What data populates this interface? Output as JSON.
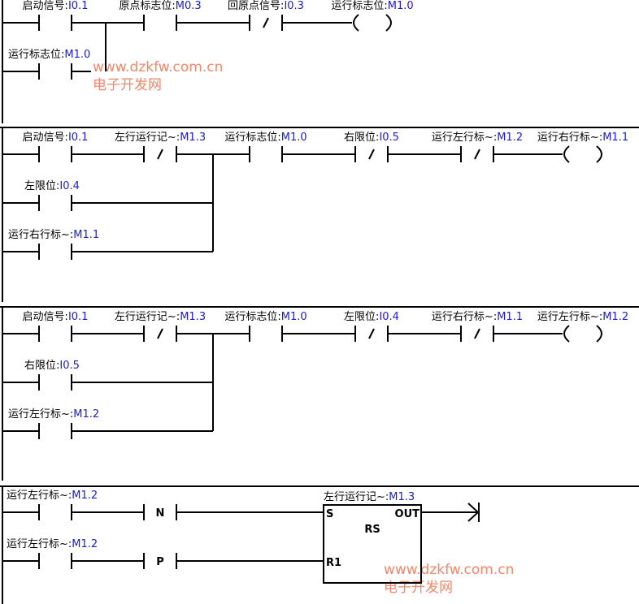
{
  "rungs": [
    {
      "main": [
        {
          "type": "NO",
          "name": "启动信号",
          "addr": "I0.1"
        },
        {
          "type": "NO",
          "name": "原点标志位",
          "addr": "M0.3"
        },
        {
          "type": "NC",
          "name": "回原点信号",
          "addr": "I0.3"
        },
        {
          "type": "coil",
          "name": "运行标志位",
          "addr": "M1.0"
        }
      ],
      "branches": [
        {
          "type": "NO",
          "name": "运行标志位",
          "addr": "M1.0"
        }
      ]
    },
    {
      "main": [
        {
          "type": "NO",
          "name": "启动信号",
          "addr": "I0.1"
        },
        {
          "type": "NC",
          "name": "左行运行记~",
          "addr": "M1.3"
        },
        {
          "type": "NO",
          "name": "运行标志位",
          "addr": "M1.0"
        },
        {
          "type": "NC",
          "name": "右限位",
          "addr": "I0.5"
        },
        {
          "type": "NC",
          "name": "运行左行标~",
          "addr": "M1.2"
        },
        {
          "type": "coil",
          "name": "运行右行标~",
          "addr": "M1.1"
        }
      ],
      "branches": [
        {
          "type": "NO",
          "name": "左限位",
          "addr": "I0.4"
        },
        {
          "type": "NO",
          "name": "运行右行标~",
          "addr": "M1.1"
        }
      ]
    },
    {
      "main": [
        {
          "type": "NO",
          "name": "启动信号",
          "addr": "I0.1"
        },
        {
          "type": "NC",
          "name": "左行运行记~",
          "addr": "M1.3"
        },
        {
          "type": "NO",
          "name": "运行标志位",
          "addr": "M1.0"
        },
        {
          "type": "NC",
          "name": "左限位",
          "addr": "I0.4"
        },
        {
          "type": "NC",
          "name": "运行右行标~",
          "addr": "M1.1"
        },
        {
          "type": "coil",
          "name": "运行左行标~",
          "addr": "M1.2"
        }
      ],
      "branches": [
        {
          "type": "NO",
          "name": "右限位",
          "addr": "I0.5"
        },
        {
          "type": "NO",
          "name": "运行左行标~",
          "addr": "M1.2"
        }
      ]
    }
  ],
  "rs_rung": {
    "rows": [
      {
        "contact": {
          "name": "运行左行标~",
          "addr": "M1.2"
        },
        "edge": "N"
      },
      {
        "contact": {
          "name": "运行左行标~",
          "addr": "M1.2"
        },
        "edge": "P"
      }
    ],
    "block": {
      "name": "左行运行记~",
      "addr": "M1.3",
      "type": "RS",
      "set": "S",
      "reset": "R1",
      "out": "OUT"
    }
  },
  "watermarks": [
    {
      "url": "www.dzkfw.com.cn",
      "text": "电子开发网"
    },
    {
      "url": "www.dzkfw.com.cn",
      "text": "电子开发网"
    }
  ],
  "colors": {
    "address": "#1a1ad6",
    "watermark": "#f07a5a"
  }
}
